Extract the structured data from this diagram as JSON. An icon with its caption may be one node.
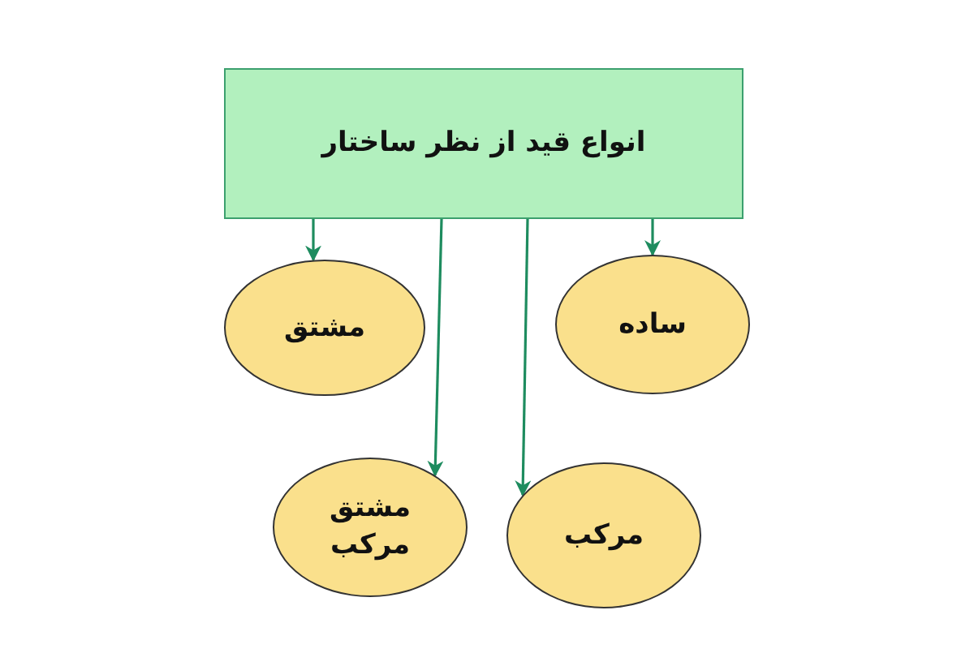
{
  "diagram": {
    "nodes": [
      {
        "text": [
          "انواع قید از نظر ساختار"
        ]
      },
      {
        "text": [
          "مشتق"
        ]
      },
      {
        "text": [
          "ساده"
        ]
      },
      {
        "text": [
          "مشتق مرکب"
        ]
      },
      {
        "text": [
          "مرکب"
        ]
      }
    ],
    "edges": [
      {
        "from": 0,
        "to": 1,
        "arrow": "to"
      },
      {
        "from": 0,
        "to": 2,
        "arrow": "to"
      },
      {
        "from": 0,
        "to": 3,
        "arrow": "to"
      },
      {
        "from": 0,
        "to": 4,
        "arrow": "to"
      }
    ]
  }
}
